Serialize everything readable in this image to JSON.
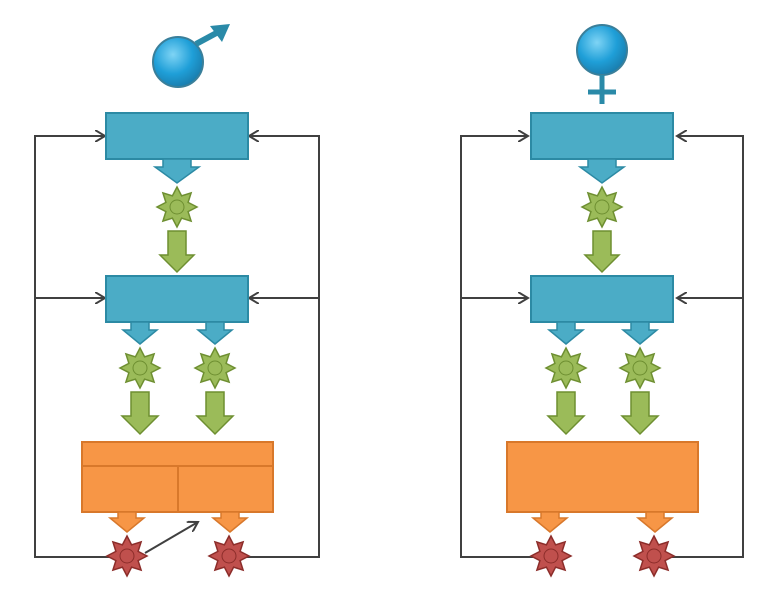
{
  "diagram": {
    "panels": [
      {
        "id": "male",
        "symbol": "male-symbol",
        "upper_box": "blue",
        "middle_box": "blue",
        "bottom_box": "orange",
        "bottom_box_subdivided": true,
        "has_crossover_arrow": true
      },
      {
        "id": "female",
        "symbol": "female-symbol",
        "upper_box": "blue",
        "middle_box": "blue",
        "bottom_box": "orange",
        "bottom_box_subdivided": false,
        "has_crossover_arrow": false
      }
    ],
    "colors": {
      "blue": "#4bacc6",
      "blue_dark": "#2c8aa4",
      "orange": "#f79646",
      "orange_dark": "#d8782b",
      "green": "#9bbb59",
      "green_dark": "#6e8f31",
      "red": "#c0504d",
      "red_dark": "#8c2d2a",
      "line": "#404040",
      "symbol_blue": "#1f9fd8",
      "symbol_stroke": "#3a7f9a"
    }
  }
}
